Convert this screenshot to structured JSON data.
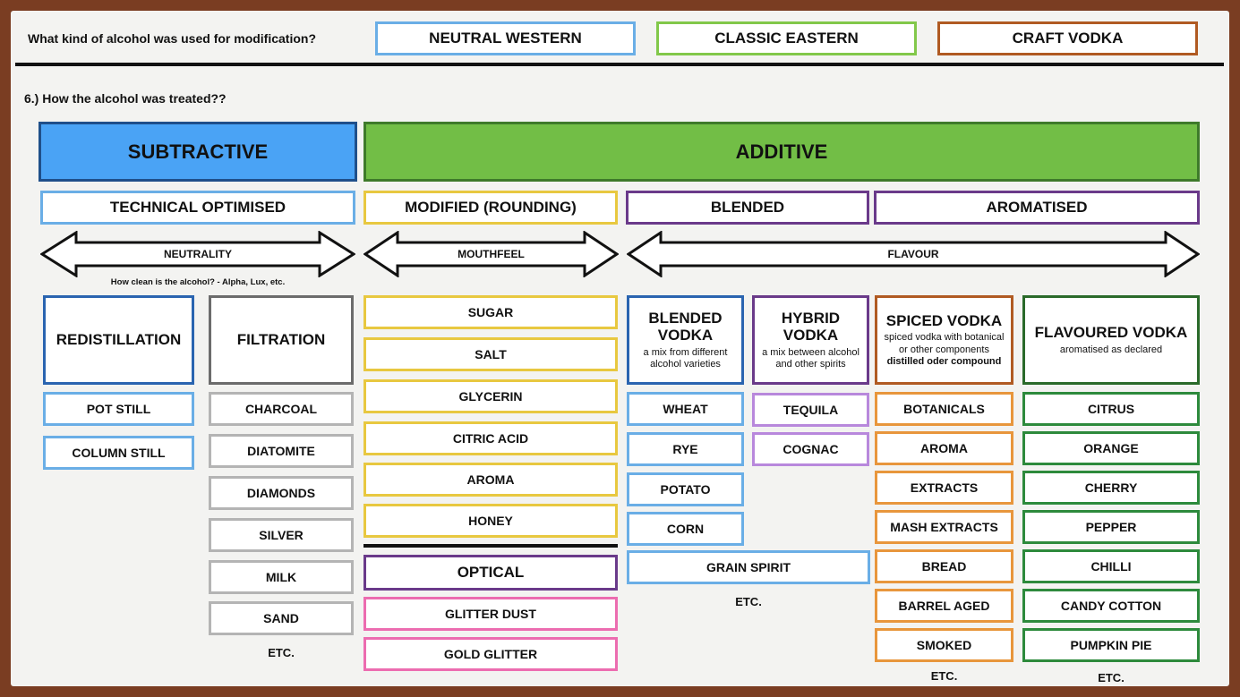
{
  "question": "What kind of alcohol was used for modification?",
  "alcohol_options": [
    "NEUTRAL WESTERN",
    "CLASSIC EASTERN",
    "CRAFT VODKA"
  ],
  "section_title": "6.) How the alcohol was treated??",
  "subtractive": {
    "label": "SUBTRACTIVE",
    "category": "TECHNICAL OPTIMISED",
    "arrow": "NEUTRALITY",
    "note": "How clean is the alcohol? - Alpha, Lux, etc.",
    "redistillation": {
      "title": "REDISTILLATION",
      "items": [
        "POT STILL",
        "COLUMN STILL"
      ]
    },
    "filtration": {
      "title": "FILTRATION",
      "items": [
        "CHARCOAL",
        "DIATOMITE",
        "DIAMONDS",
        "SILVER",
        "MILK",
        "SAND"
      ],
      "etc": "ETC."
    }
  },
  "additive": {
    "label": "ADDITIVE",
    "modified": {
      "category": "MODIFIED (ROUNDING)",
      "arrow": "MOUTHFEEL",
      "items": [
        "SUGAR",
        "SALT",
        "GLYCERIN",
        "CITRIC ACID",
        "AROMA",
        "HONEY"
      ],
      "optical": {
        "title": "OPTICAL",
        "items": [
          "GLITTER DUST",
          "GOLD GLITTER"
        ]
      }
    },
    "blended_category": "BLENDED",
    "aromatised_category": "AROMATISED",
    "flavour_arrow": "FLAVOUR",
    "blended_vodka": {
      "title": "BLENDED VODKA",
      "desc": "a mix from different alcohol varieties",
      "items": [
        "WHEAT",
        "RYE",
        "POTATO",
        "CORN"
      ]
    },
    "hybrid_vodka": {
      "title": "HYBRID VODKA",
      "desc": "a mix between alcohol and other spirits",
      "items": [
        "TEQUILA",
        "COGNAC"
      ]
    },
    "grain_spirit": "GRAIN SPIRIT",
    "blended_etc": "ETC.",
    "spiced_vodka": {
      "title": "SPICED VODKA",
      "desc": "spiced vodka with botanical or other components",
      "desc_bold": "distilled oder compound",
      "items": [
        "BOTANICALS",
        "AROMA",
        "EXTRACTS",
        "MASH EXTRACTS",
        "BREAD",
        "BARREL AGED",
        "SMOKED"
      ],
      "etc": "ETC."
    },
    "flavoured_vodka": {
      "title": "FLAVOURED VODKA",
      "desc": "aromatised as declared",
      "items": [
        "CITRUS",
        "ORANGE",
        "CHERRY",
        "PEPPER",
        "CHILLI",
        "CANDY COTTON",
        "PUMPKIN PIE"
      ],
      "etc": "ETC."
    }
  },
  "colors": {
    "subtractive_fill": "#4aa3f5",
    "additive_fill": "#72be46",
    "background": "#7a3d22"
  }
}
